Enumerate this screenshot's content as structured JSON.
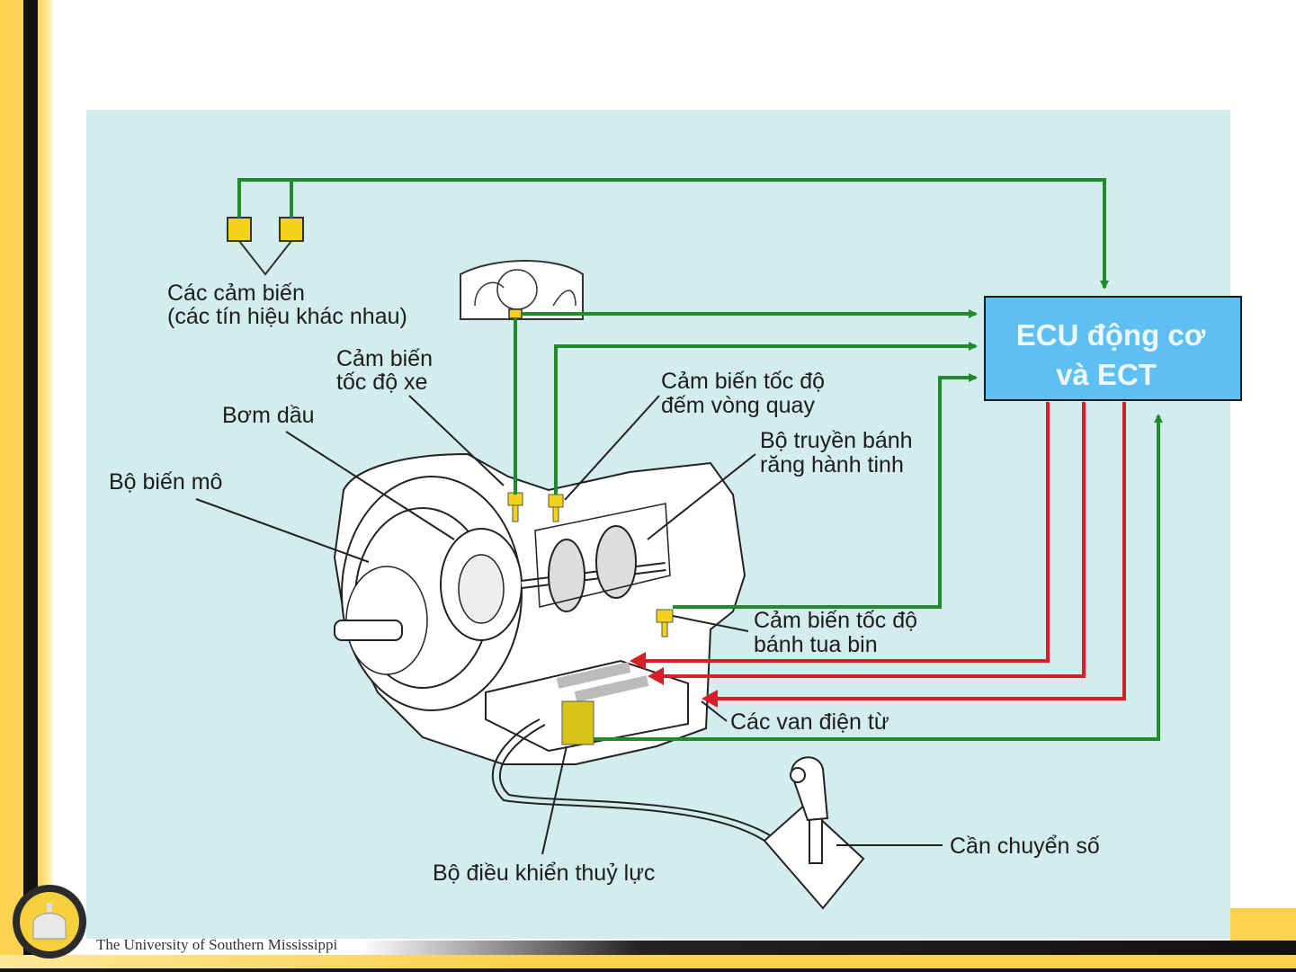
{
  "slide": {
    "footer": "The University of Southern Mississippi",
    "logo": "university-seal-icon"
  },
  "diagram": {
    "ecu": {
      "line1": "ECU động cơ",
      "line2": "và ECT"
    },
    "labels": {
      "sensors_line1": "Các cảm biến",
      "sensors_line2": "(các tín hiệu khác nhau)",
      "vehicle_speed_line1": "Cảm biến",
      "vehicle_speed_line2": "tốc độ xe",
      "oil_pump": "Bơm dầu",
      "torque_converter": "Bộ biến mô",
      "counter_speed_line1": "Cảm biến tốc độ",
      "counter_speed_line2": "đếm vòng quay",
      "planetary_line1": "Bộ truyền bánh",
      "planetary_line2": "răng hành tinh",
      "turbine_speed_line1": "Cảm biến tốc độ",
      "turbine_speed_line2": "bánh tua bin",
      "solenoid_valves": "Các van điện từ",
      "hydraulic_control": "Bộ điều khiển thuỷ lực",
      "shift_lever": "Cần chuyển số"
    },
    "colors": {
      "signal_input": "#1e8c2a",
      "control_output": "#d42027",
      "ecu_fill": "#5ec0f2",
      "sensor_fill": "#f2d21a",
      "panel_bg": "#d3ecee",
      "slide_accent": "#fbd24e"
    }
  }
}
